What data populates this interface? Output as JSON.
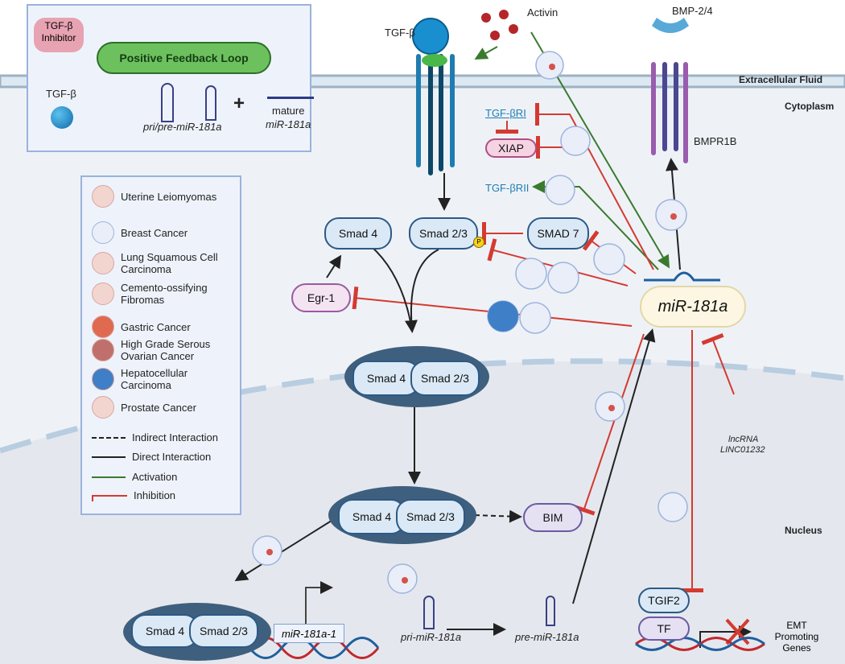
{
  "regions": {
    "extracellular": "Extracellular Fluid",
    "cytoplasm": "Cytoplasm",
    "nucleus": "Nucleus"
  },
  "inset": {
    "inhibitor": "TGF-β\nInhibitor",
    "loop": "Positive Feedback Loop",
    "tgfb": "TGF-β",
    "pri_pre": "pri/pre-miR-181a",
    "plus": "+",
    "mature": "mature",
    "mature_mir": "miR-181a"
  },
  "ligands": {
    "tgfb": "TGF-β",
    "activin": "Activin",
    "bmp": "BMP-2/4",
    "bmpr": "BMPR1B"
  },
  "nodes": {
    "tgfbri": "TGF-βRI",
    "xiap": "XIAP",
    "tgfbrii": "TGF-βRII",
    "smad4": "Smad 4",
    "smad23": "Smad 2/3",
    "smad7": "SMAD 7",
    "p": "P",
    "egr1": "Egr-1",
    "mir": "miR-181a",
    "bim": "BIM",
    "gene": "miR-181a-1",
    "pri": "pri-miR-181a",
    "pre": "pre-miR-181a",
    "tgif2": "TGIF2",
    "tf": "TF",
    "emt": "EMT\nPromoting\nGenes",
    "lnc1": "lncRNA",
    "lnc2": "LINC01232"
  },
  "legend": {
    "diseases": [
      {
        "label": "Uterine Leiomyomas",
        "color": "#d98b88"
      },
      {
        "label": "Breast Cancer",
        "color": "#9fb3dd"
      },
      {
        "label": "Lung Squamous Cell Carcinoma",
        "color": "#e3a3a8"
      },
      {
        "label": "Cemento-ossifying Fibromas",
        "color": "#e8a08a"
      },
      {
        "label": "Gastric Cancer",
        "color": "#e06a50"
      },
      {
        "label": "High Grade Serous Ovarian Cancer",
        "color": "#c0706c"
      },
      {
        "label": "Hepatocellular Carcinoma",
        "color": "#3f7fc7"
      },
      {
        "label": "Prostate Cancer",
        "color": "#f0c2b5"
      }
    ],
    "lines": [
      {
        "label": "Indirect Interaction",
        "color": "#222"
      },
      {
        "label": "Direct Interaction",
        "color": "#222"
      },
      {
        "label": "Activation",
        "color": "#3a7a2e"
      },
      {
        "label": "Inhibition",
        "color": "#d43a30"
      }
    ]
  },
  "colors": {
    "activation": "#3a7a2e",
    "inhibition": "#d43a30",
    "direct": "#222"
  }
}
